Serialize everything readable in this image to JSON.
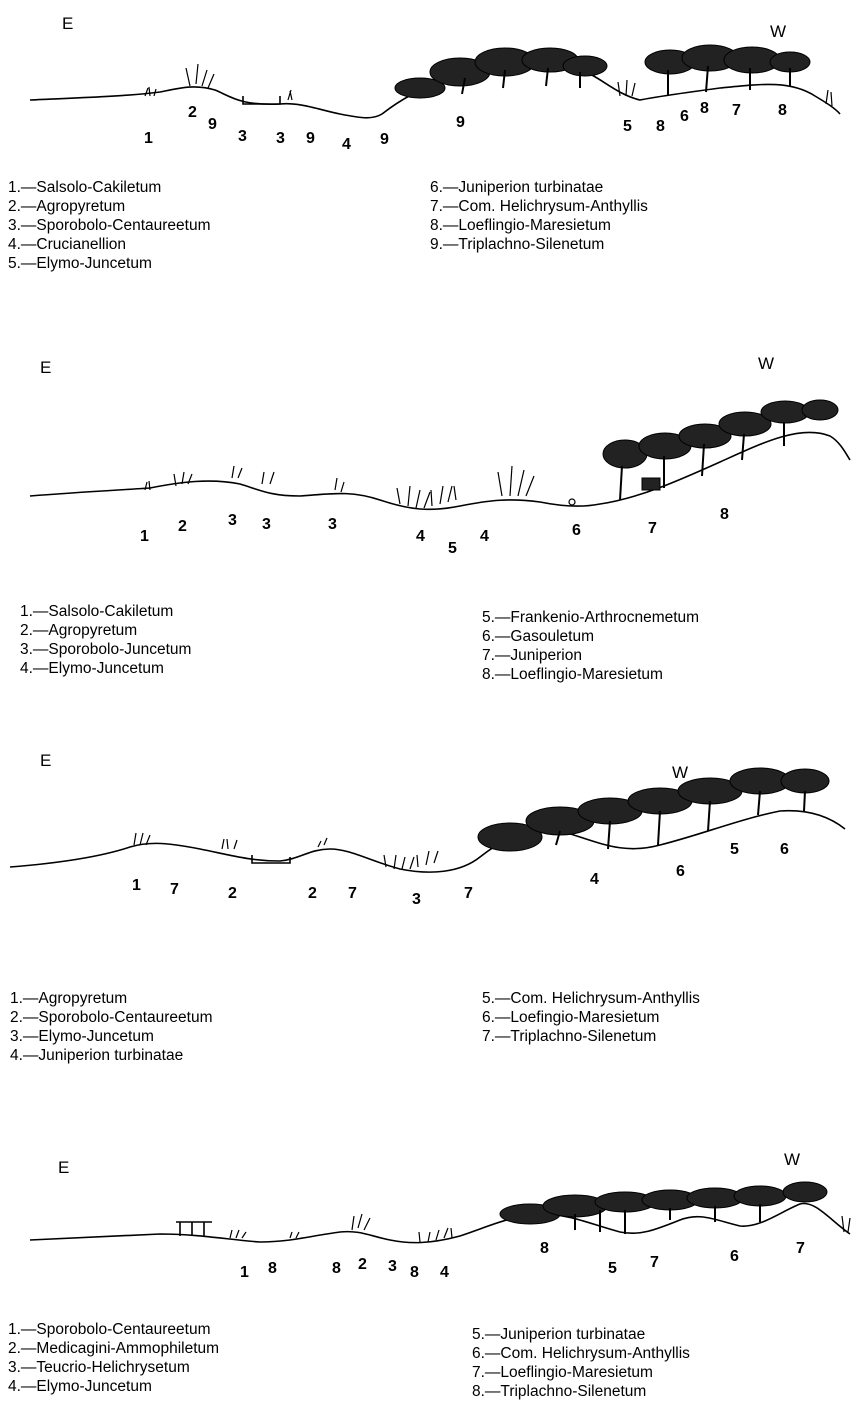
{
  "panels": [
    {
      "east": "E",
      "west": "W",
      "zone_numbers": [
        "1",
        "2",
        "9",
        "3",
        "3",
        "9",
        "4",
        "9",
        "9",
        "5",
        "8",
        "6",
        "8",
        "7",
        "8"
      ],
      "legend_left": [
        "1.—Salsolo-Cakiletum",
        "2.—Agropyretum",
        "3.—Sporobolo-Centaureetum",
        "4.—Crucianellion",
        "5.—Elymo-Juncetum"
      ],
      "legend_right": [
        "6.—Juniperion turbinatae",
        "7.—Com. Helichrysum-Anthyllis",
        "8.—Loeflingio-Maresietum",
        "9.—Triplachno-Silenetum"
      ]
    },
    {
      "east": "E",
      "west": "W",
      "zone_numbers": [
        "1",
        "2",
        "3",
        "3",
        "3",
        "4",
        "5",
        "4",
        "6",
        "7",
        "8"
      ],
      "legend_left": [
        "1.—Salsolo-Cakiletum",
        "2.—Agropyretum",
        "3.—Sporobolo-Juncetum",
        "4.—Elymo-Juncetum"
      ],
      "legend_right": [
        "5.—Frankenio-Arthrocnemetum",
        "6.—Gasouletum",
        "7.—Juniperion",
        "8.—Loeflingio-Maresietum"
      ]
    },
    {
      "east": "E",
      "west": "W",
      "zone_numbers": [
        "1",
        "7",
        "2",
        "2",
        "7",
        "3",
        "7",
        "4",
        "6",
        "5",
        "6"
      ],
      "legend_left": [
        "1.—Agropyretum",
        "2.—Sporobolo-Centaureetum",
        "3.—Elymo-Juncetum",
        "4.—Juniperion turbinatae"
      ],
      "legend_right": [
        "5.—Com. Helichrysum-Anthyllis",
        "6.—Loefingio-Maresietum",
        "7.—Triplachno-Silenetum"
      ]
    },
    {
      "east": "E",
      "west": "W",
      "zone_numbers": [
        "1",
        "8",
        "8",
        "2",
        "3",
        "8",
        "4",
        "8",
        "5",
        "7",
        "6",
        "7"
      ],
      "legend_left": [
        "1.—Sporobolo-Centaureetum",
        "2.—Medicagini-Ammophiletum",
        "3.—Teucrio-Helichrysetum",
        "4.—Elymo-Juncetum"
      ],
      "legend_right": [
        "5.—Juniperion turbinatae",
        "6.—Com. Helichrysum-Anthyllis",
        "7.—Loeflingio-Maresietum",
        "8.—Triplachno-Silenetum"
      ]
    }
  ]
}
